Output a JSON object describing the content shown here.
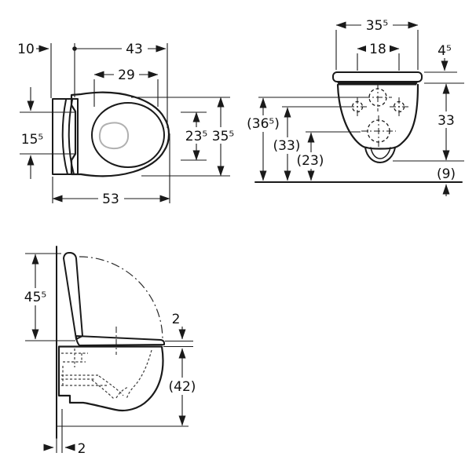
{
  "colors": {
    "line": "#1a1a1a",
    "light_line": "#b0b0b0",
    "background": "#ffffff"
  },
  "plan_view": {
    "d10": "10",
    "d43": "43",
    "d29": "29",
    "d15_5": "15⁵",
    "d23_5": "23⁵",
    "d35_5": "35⁵",
    "d53": "53"
  },
  "front_view": {
    "d35_5": "35⁵",
    "d18": "18",
    "d4_5": "4⁵",
    "d36_5_ref": "(36⁵)",
    "d33_ref": "(33)",
    "d23_ref": "(23)",
    "d33": "33",
    "d9_ref": "(9)"
  },
  "side_view": {
    "d45_5": "45⁵",
    "d2_seat": "2",
    "d42_ref": "(42)",
    "d2_wall": "2"
  }
}
